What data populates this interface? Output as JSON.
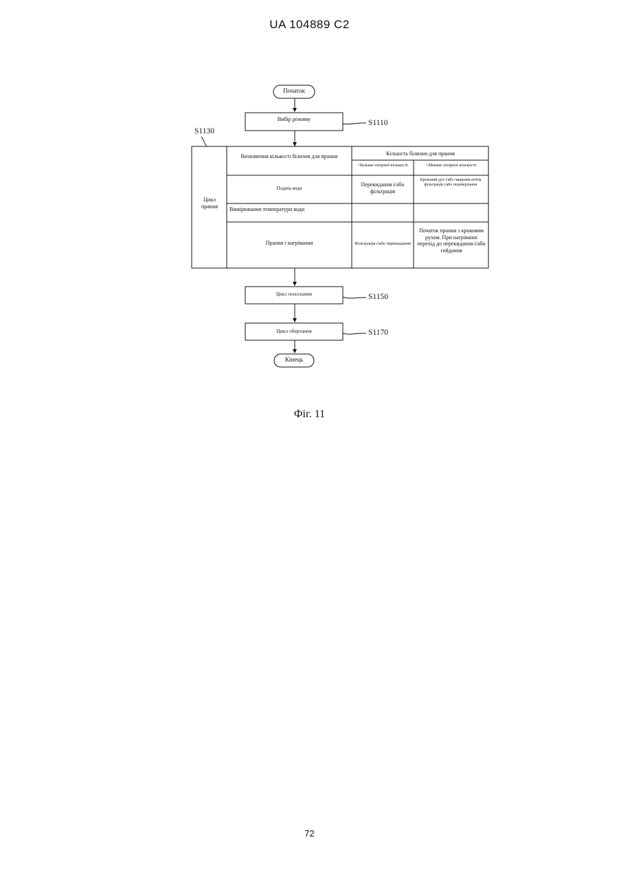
{
  "header": {
    "patent": "UA   104889   C2"
  },
  "flow": {
    "start": "Початок",
    "select_mode": "Вибір режиму",
    "code_select": "S1110",
    "code_wash": "S1130",
    "wash_cycle": "Цикл прання",
    "table": {
      "row_determine": "Визначення кількості білизни для прання",
      "col_header": "Кількість білизни для прання",
      "col_more": ">Більше опорної кількості",
      "col_less": "<Менше опорної кількості",
      "row_water": "Подача води",
      "water_more": "Перекидання і/або фільтрація",
      "water_less": "Кроковий рух і/або чищення потім фільтрація і/або перевертання",
      "row_temp": "Вимірювання температури води",
      "row_heat": "Прання і нагрівання",
      "heat_more": "Фільтрація і/або перекидання",
      "heat_less": "Початок прання з кроковим рухом. При нагріванні перехід до перекидання і/або гойдання"
    },
    "rinse": "Цикл полоскання",
    "code_rinse": "S1150",
    "spin": "Цикл обертання",
    "code_spin": "S1170",
    "end": "Кінець"
  },
  "caption": "Фіг. 11",
  "page_number": "72"
}
